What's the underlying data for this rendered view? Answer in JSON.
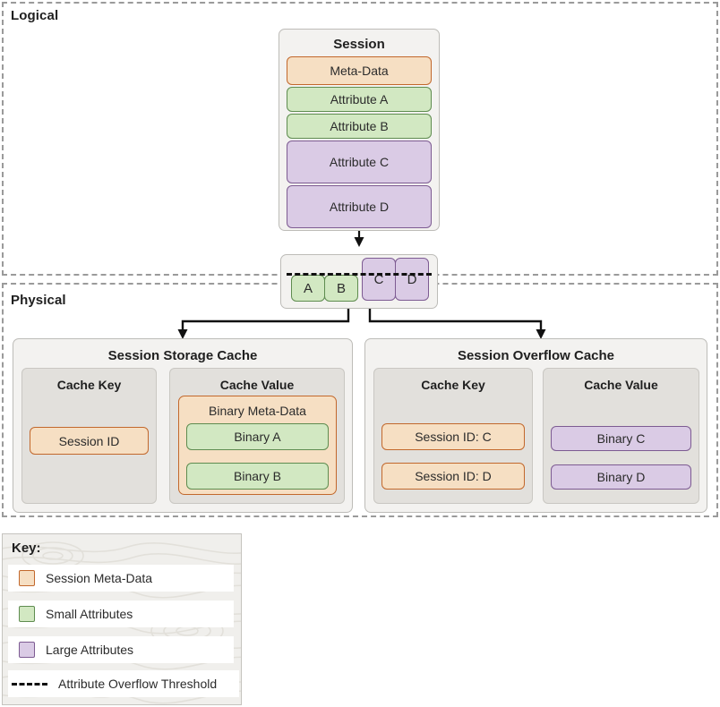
{
  "sections": {
    "logical": {
      "label": "Logical"
    },
    "physical": {
      "label": "Physical"
    }
  },
  "session": {
    "title": "Session",
    "rows": [
      {
        "label": "Meta-Data",
        "kind": "meta"
      },
      {
        "label": "Attribute A",
        "kind": "small"
      },
      {
        "label": "Attribute B",
        "kind": "small"
      },
      {
        "label": "Attribute C",
        "kind": "large"
      },
      {
        "label": "Attribute D",
        "kind": "large"
      }
    ]
  },
  "split": {
    "items": [
      {
        "label": "A",
        "kind": "small"
      },
      {
        "label": "B",
        "kind": "small"
      },
      {
        "label": "C",
        "kind": "large"
      },
      {
        "label": "D",
        "kind": "large"
      }
    ]
  },
  "storage_cache": {
    "title": "Session Storage Cache",
    "key_panel": {
      "title": "Cache Key",
      "items": [
        {
          "label": "Session ID",
          "kind": "meta"
        }
      ]
    },
    "value_panel": {
      "title": "Cache Value",
      "metabox_title": "Binary Meta-Data",
      "items": [
        {
          "label": "Binary A",
          "kind": "small"
        },
        {
          "label": "Binary B",
          "kind": "small"
        }
      ]
    }
  },
  "overflow_cache": {
    "title": "Session Overflow Cache",
    "key_panel": {
      "title": "Cache Key",
      "items": [
        {
          "label": "Session ID: C",
          "kind": "meta"
        },
        {
          "label": "Session ID: D",
          "kind": "meta"
        }
      ]
    },
    "value_panel": {
      "title": "Cache Value",
      "items": [
        {
          "label": "Binary C",
          "kind": "large"
        },
        {
          "label": "Binary D",
          "kind": "large"
        }
      ]
    }
  },
  "legend": {
    "title": "Key:",
    "entries": [
      {
        "type": "swatch",
        "kind": "meta",
        "label": "Session Meta-Data"
      },
      {
        "type": "swatch",
        "kind": "small",
        "label": "Small Attributes"
      },
      {
        "type": "swatch",
        "kind": "large",
        "label": "Large Attributes"
      },
      {
        "type": "dash",
        "kind": "line",
        "label": "Attribute Overflow Threshold"
      }
    ]
  },
  "colors": {
    "meta_fill": "#f6dfc3",
    "meta_border": "#c2682c",
    "small_fill": "#d2e8c2",
    "small_border": "#5f8c50",
    "large_fill": "#dacbe5",
    "large_border": "#7d5b92",
    "panel_fill": "#f3f2f0",
    "subpanel_fill": "#e2e0dc",
    "section_border": "#9a9a9a",
    "wire": "#111111"
  }
}
